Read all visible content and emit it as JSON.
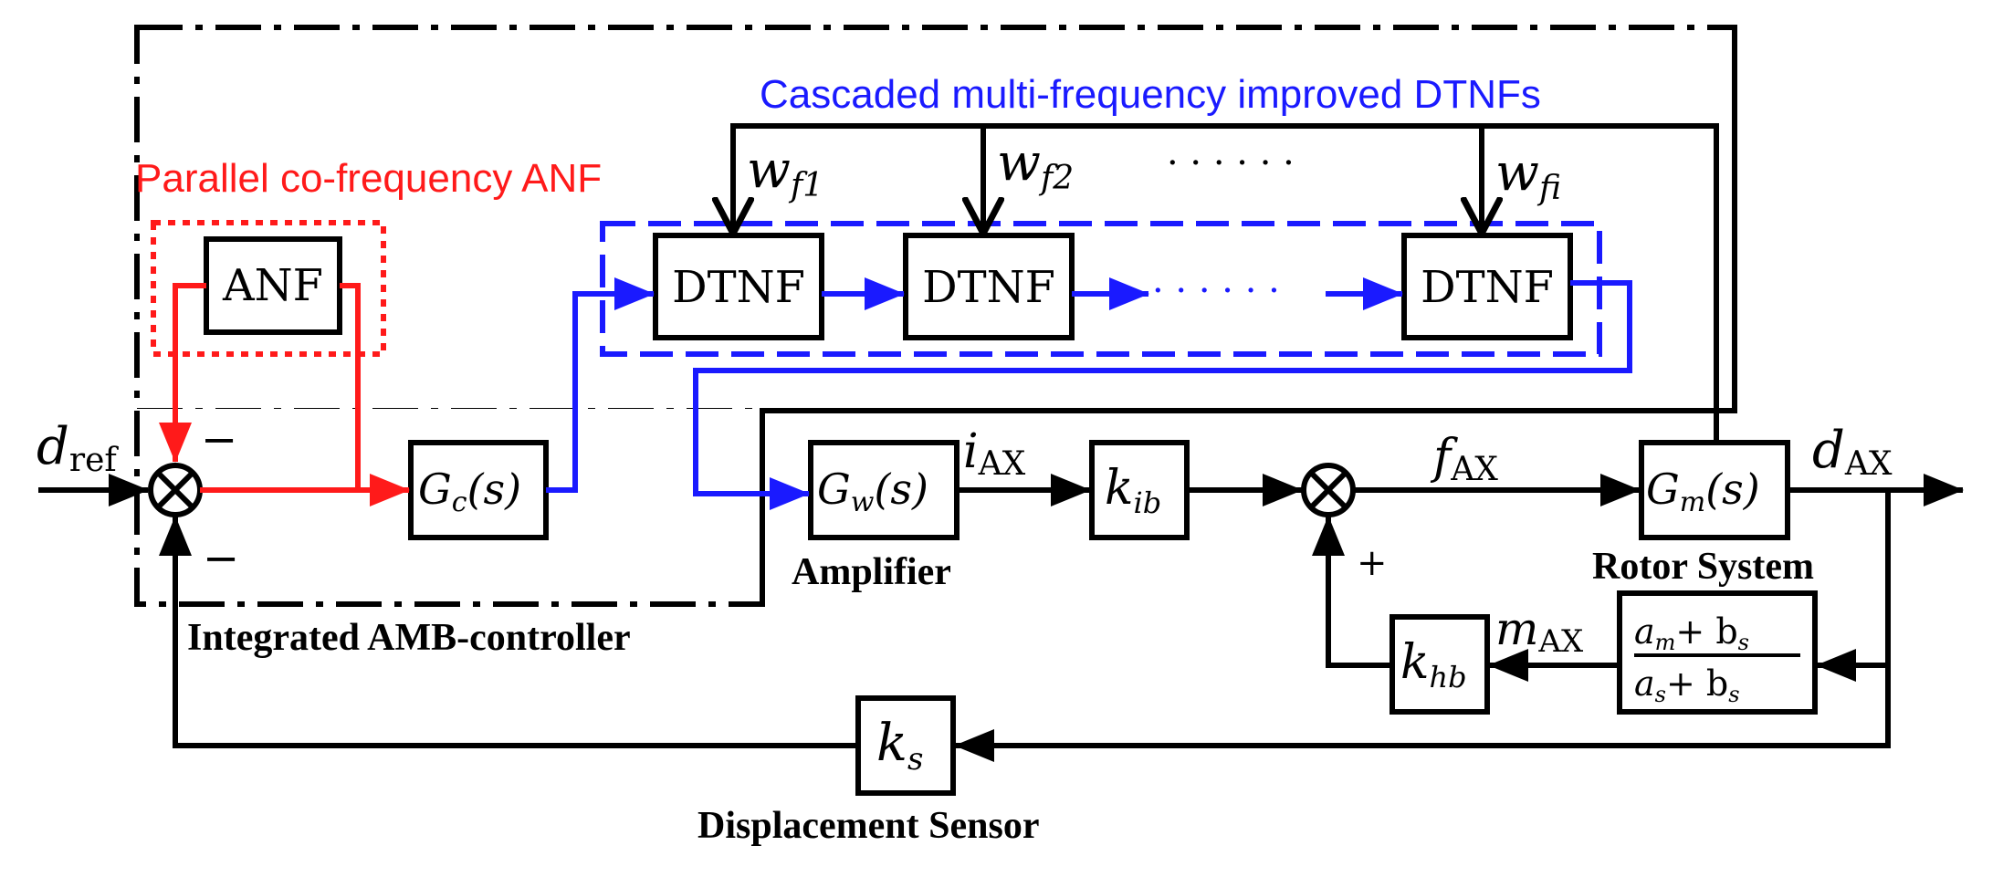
{
  "title": "",
  "groups": {
    "integrated": "Integrated AMB-controller",
    "cascaded": "Cascaded  multi-frequency improved DTNFs",
    "parallel": "Parallel co-frequency ANF"
  },
  "blocks": {
    "anf": "ANF",
    "dtnf1": "DTNF",
    "dtnf2": "DTNF",
    "dtnf3": "DTNF",
    "gc_main": "G",
    "gc_sub": "c",
    "gc_arg": "(s)",
    "gw_main": "G",
    "gw_sub": "w",
    "gw_arg": "(s)",
    "kib_main": "k",
    "kib_sub": "ib",
    "gm_main": "G",
    "gm_sub": "m",
    "gm_arg": "(s)",
    "khb_main": "k",
    "khb_sub": "hb",
    "ks_main": "k",
    "ks_sub": "s",
    "frac_num_a": "a",
    "frac_num_a_sub": "m",
    "frac_num_plus": "+ b",
    "frac_num_b_sub": "s",
    "frac_den_a": "a",
    "frac_den_a_sub": "s",
    "frac_den_plus": "+ b",
    "frac_den_b_sub": "s"
  },
  "signals": {
    "dref_main": "d",
    "dref_sub": "ref",
    "iax_main": "i",
    "iax_sub": "AX",
    "fax_main": "f",
    "fax_sub": "AX",
    "dax_main": "d",
    "dax_sub": "AX",
    "max_main": "m",
    "max_sub": "AX",
    "wf1_main": "w",
    "wf1_sub": "f1",
    "wf2_main": "w",
    "wf2_sub": "f2",
    "wfi_main": "w",
    "wfi_sub": "fi",
    "dots_top": "· · · · · ·",
    "dots_chain": "· · · · · ·"
  },
  "signs": {
    "sum1_top": "−",
    "sum1_bottom": "−",
    "sum2_bottom": "+"
  },
  "captions": {
    "amplifier": "Amplifier",
    "rotor": "Rotor System",
    "sensor": "Displacement Sensor"
  },
  "colors": {
    "black": "#000000",
    "red": "#ff1a1a",
    "blue": "#1a1aff"
  }
}
